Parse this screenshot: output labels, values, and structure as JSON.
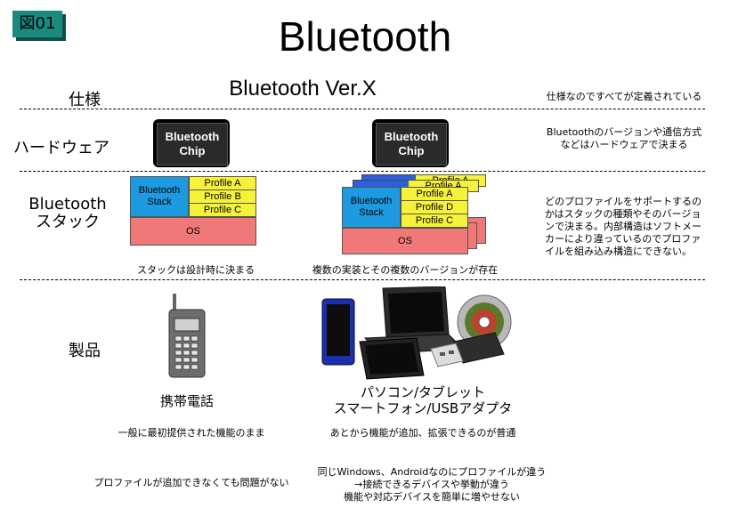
{
  "figure_badge": "図01",
  "title": "Bluetooth",
  "rows": {
    "spec": {
      "label": "仕様",
      "center": "Bluetooth Ver.X",
      "note": "仕様なのですべてが定義されている"
    },
    "hardware": {
      "label": "ハードウェア",
      "chip_line1": "Bluetooth",
      "chip_line2": "Chip",
      "note_line1": "Bluetoothのバージョンや通信方式",
      "note_line2": "などはハードウェアで決まる"
    },
    "stack": {
      "label_line1": "Bluetooth",
      "label_line2": "スタック",
      "left": {
        "stack_line1": "Bluetooth",
        "stack_line2": "Stack",
        "profiles": [
          "Profile A",
          "Profile B",
          "Profile C"
        ],
        "os": "OS",
        "caption": "スタックは設計時に決まる"
      },
      "right": {
        "stack_line1": "Bluetooth",
        "stack_line2": "Stack",
        "profiles": [
          "Profile A",
          "Profile D",
          "Profile C"
        ],
        "back_profiles": [
          "Profile A",
          "Profile A"
        ],
        "os": "OS",
        "caption": "複数の実装とその複数のバージョンが存在"
      },
      "note_lines": [
        "どのプロファイルをサポートするの",
        "かはスタックの種類やそのバージョ",
        "ンで決まる。内部構造はソフトメー",
        "カーにより違っているのでプロファ",
        "イルを組み込み構造にできない。"
      ]
    },
    "product": {
      "label": "製品",
      "left": {
        "name": "携帯電話",
        "note1": "一般に最初提供された機能のまま",
        "note2": "プロファイルが追加できなくても問題がない"
      },
      "right": {
        "name_line1": "パソコン/タブレット",
        "name_line2": "スマートフォン/USBアダプタ",
        "note1": "あとから機能が追加、拡張できるのが普通",
        "note2_line1": "同じWindows、Androidなのにプロファイルが違う",
        "note2_line2": "→接続できるデバイスや挙動が違う",
        "note2_line3": "機能や対応デバイスを簡単に増やせない"
      }
    }
  },
  "icons": [
    "mobile-phone-icon",
    "smartphone-icon",
    "laptop-icon",
    "tablet-icon",
    "usb-adapter-icon",
    "cd-disc-icon"
  ],
  "colors": {
    "badge": "#1a8a7f",
    "stack": "#1d9ae0",
    "profile": "#f6f23a",
    "os": "#f07878",
    "back_layer": "#2b5fe0"
  }
}
